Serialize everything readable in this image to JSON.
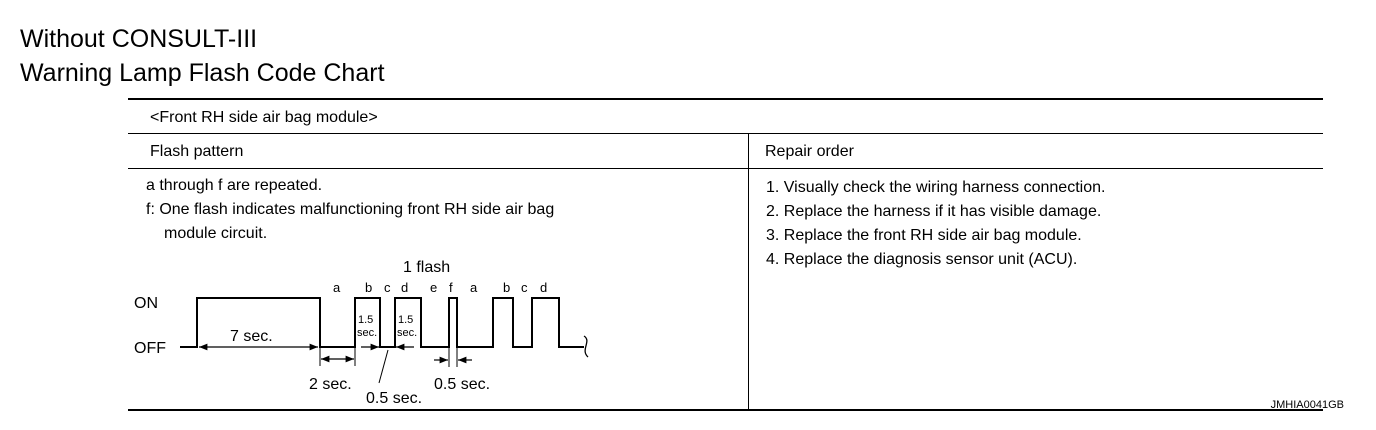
{
  "header": {
    "line1": "Without CONSULT-III",
    "line2": "Warning Lamp Flash Code Chart"
  },
  "table": {
    "section_title": "<Front RH side air bag module>",
    "col_flash_pattern": "Flash pattern",
    "col_repair_order": "Repair order",
    "description": [
      "a through f are repeated.",
      "f: One flash indicates malfunctioning front RH side air bag",
      "module circuit."
    ],
    "repair_steps": [
      "1. Visually check the wiring harness connection.",
      "2. Replace the harness if it has visible damage.",
      "3. Replace the front RH side air bag module.",
      "4. Replace the diagnosis sensor unit (ACU)."
    ]
  },
  "diagram": {
    "on_label": "ON",
    "off_label": "OFF",
    "one_flash_label": "1 flash",
    "seven_sec": "7 sec.",
    "two_sec": "2 sec.",
    "half_sec": "0.5 sec.",
    "half_sec_bottom": "0.5 sec.",
    "pulse_15_a": "1.5",
    "pulse_15_a_unit": "sec.",
    "pulse_15_b": "1.5",
    "pulse_15_b_unit": "sec.",
    "letters": {
      "a1": "a",
      "b1": "b",
      "c1": "c",
      "d1": "d",
      "e1": "e",
      "f1": "f",
      "a2": "a",
      "b2": "b",
      "c2": "c",
      "d2": "d"
    }
  },
  "figure_id": "JMHIA0041GB"
}
